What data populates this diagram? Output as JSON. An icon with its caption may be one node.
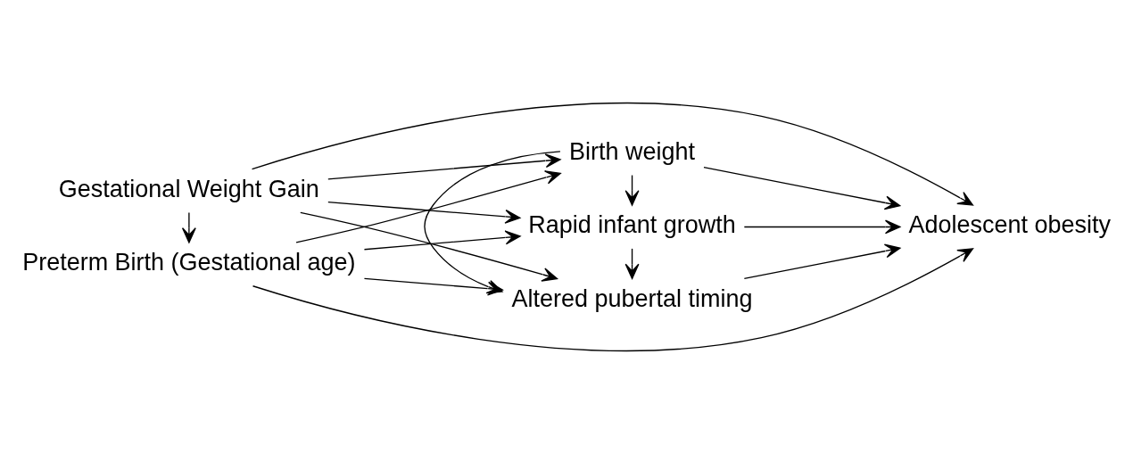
{
  "diagram": {
    "nodes": [
      {
        "text": [
          "Gestational Weight Gain"
        ]
      },
      {
        "text": [
          "Preterm Birth (Gestational age)"
        ]
      },
      {
        "text": [
          "Birth weight"
        ]
      },
      {
        "text": [
          "Rapid infant growth"
        ]
      },
      {
        "text": [
          "Altered pubertal timing"
        ]
      },
      {
        "text": [
          "Adolescent obesity"
        ]
      }
    ],
    "edges": [
      {
        "from": 0,
        "to": 5,
        "arrow": "to"
      },
      {
        "from": 0,
        "to": 1,
        "arrow": "to"
      },
      {
        "from": 0,
        "to": 2,
        "arrow": "to"
      },
      {
        "from": 0,
        "to": 3,
        "arrow": "to"
      },
      {
        "from": 0,
        "to": 4,
        "arrow": "to"
      },
      {
        "from": 1,
        "to": 2,
        "arrow": "to"
      },
      {
        "from": 1,
        "to": 3,
        "arrow": "to"
      },
      {
        "from": 1,
        "to": 4,
        "arrow": "to"
      },
      {
        "from": 1,
        "to": 5,
        "arrow": "to"
      },
      {
        "from": 2,
        "to": 3,
        "arrow": "to"
      },
      {
        "from": 2,
        "to": 5,
        "arrow": "to"
      },
      {
        "from": 2,
        "to": 4,
        "arrow": "to"
      },
      {
        "from": 3,
        "to": 4,
        "arrow": "to"
      },
      {
        "from": 3,
        "to": 5,
        "arrow": "to"
      },
      {
        "from": 4,
        "to": 5,
        "arrow": "to"
      }
    ]
  }
}
